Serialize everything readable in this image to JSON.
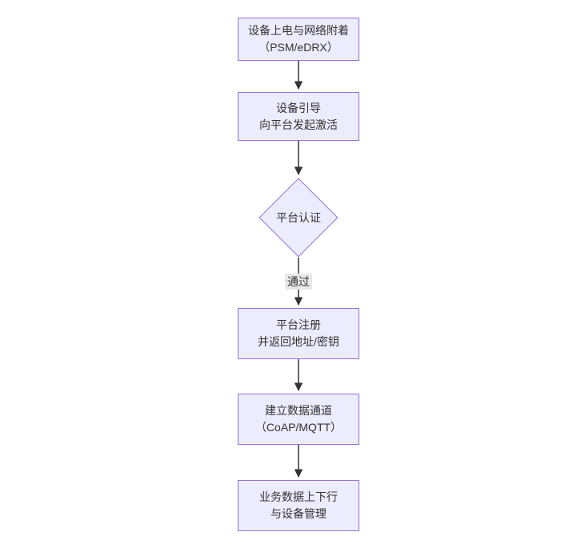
{
  "diagram": {
    "type": "flowchart",
    "direction": "top-down",
    "nodes": [
      {
        "id": "power_on",
        "shape": "rect",
        "lines": [
          "设备上电与网络附着",
          "（PSM/eDRX）"
        ]
      },
      {
        "id": "bootstrap",
        "shape": "rect",
        "lines": [
          "设备引导",
          "向平台发起激活"
        ]
      },
      {
        "id": "auth",
        "shape": "diamond",
        "lines": [
          "平台认证"
        ]
      },
      {
        "id": "register",
        "shape": "rect",
        "lines": [
          "平台注册",
          "并返回地址/密钥"
        ]
      },
      {
        "id": "channel",
        "shape": "rect",
        "lines": [
          "建立数据通道",
          "（CoAP/MQTT）"
        ]
      },
      {
        "id": "business",
        "shape": "rect",
        "lines": [
          "业务数据上下行",
          "与设备管理"
        ]
      }
    ],
    "edges": [
      {
        "from": "power_on",
        "to": "bootstrap",
        "label": ""
      },
      {
        "from": "bootstrap",
        "to": "auth",
        "label": ""
      },
      {
        "from": "auth",
        "to": "register",
        "label": "通过"
      },
      {
        "from": "register",
        "to": "channel",
        "label": ""
      },
      {
        "from": "channel",
        "to": "business",
        "label": ""
      }
    ],
    "colors": {
      "node_fill": "#ECECFF",
      "node_border": "#9370DB",
      "edge_line": "#333333",
      "edge_label_bg": "#e8e8e8",
      "text": "#333333"
    }
  }
}
